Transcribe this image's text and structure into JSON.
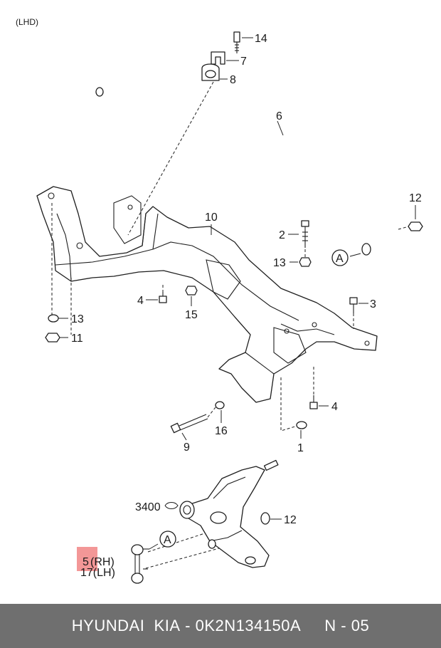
{
  "header": {
    "variant": "(LHD)"
  },
  "labels": {
    "p14": "14",
    "p7": "7",
    "p8": "8",
    "p6": "6",
    "p12a": "12",
    "p10": "10",
    "p2": "2",
    "p13a": "13",
    "pA1": "A",
    "p4a": "4",
    "p15": "15",
    "p3": "3",
    "p13b": "13",
    "p11": "11",
    "p4b": "4",
    "p16": "16",
    "p9": "9",
    "p1": "1",
    "p3400": "3400",
    "p12b": "12",
    "pA2": "A",
    "p5": "5",
    "p5rh": "(RH)",
    "p17lh": "17(LH)"
  },
  "highlight_color": "#f28c8c",
  "footer": {
    "brand_hyundai": "HYUNDAI",
    "brand_kia": "KIA",
    "part_number": "- 0K2N134150A",
    "page_code": "N - 05"
  }
}
